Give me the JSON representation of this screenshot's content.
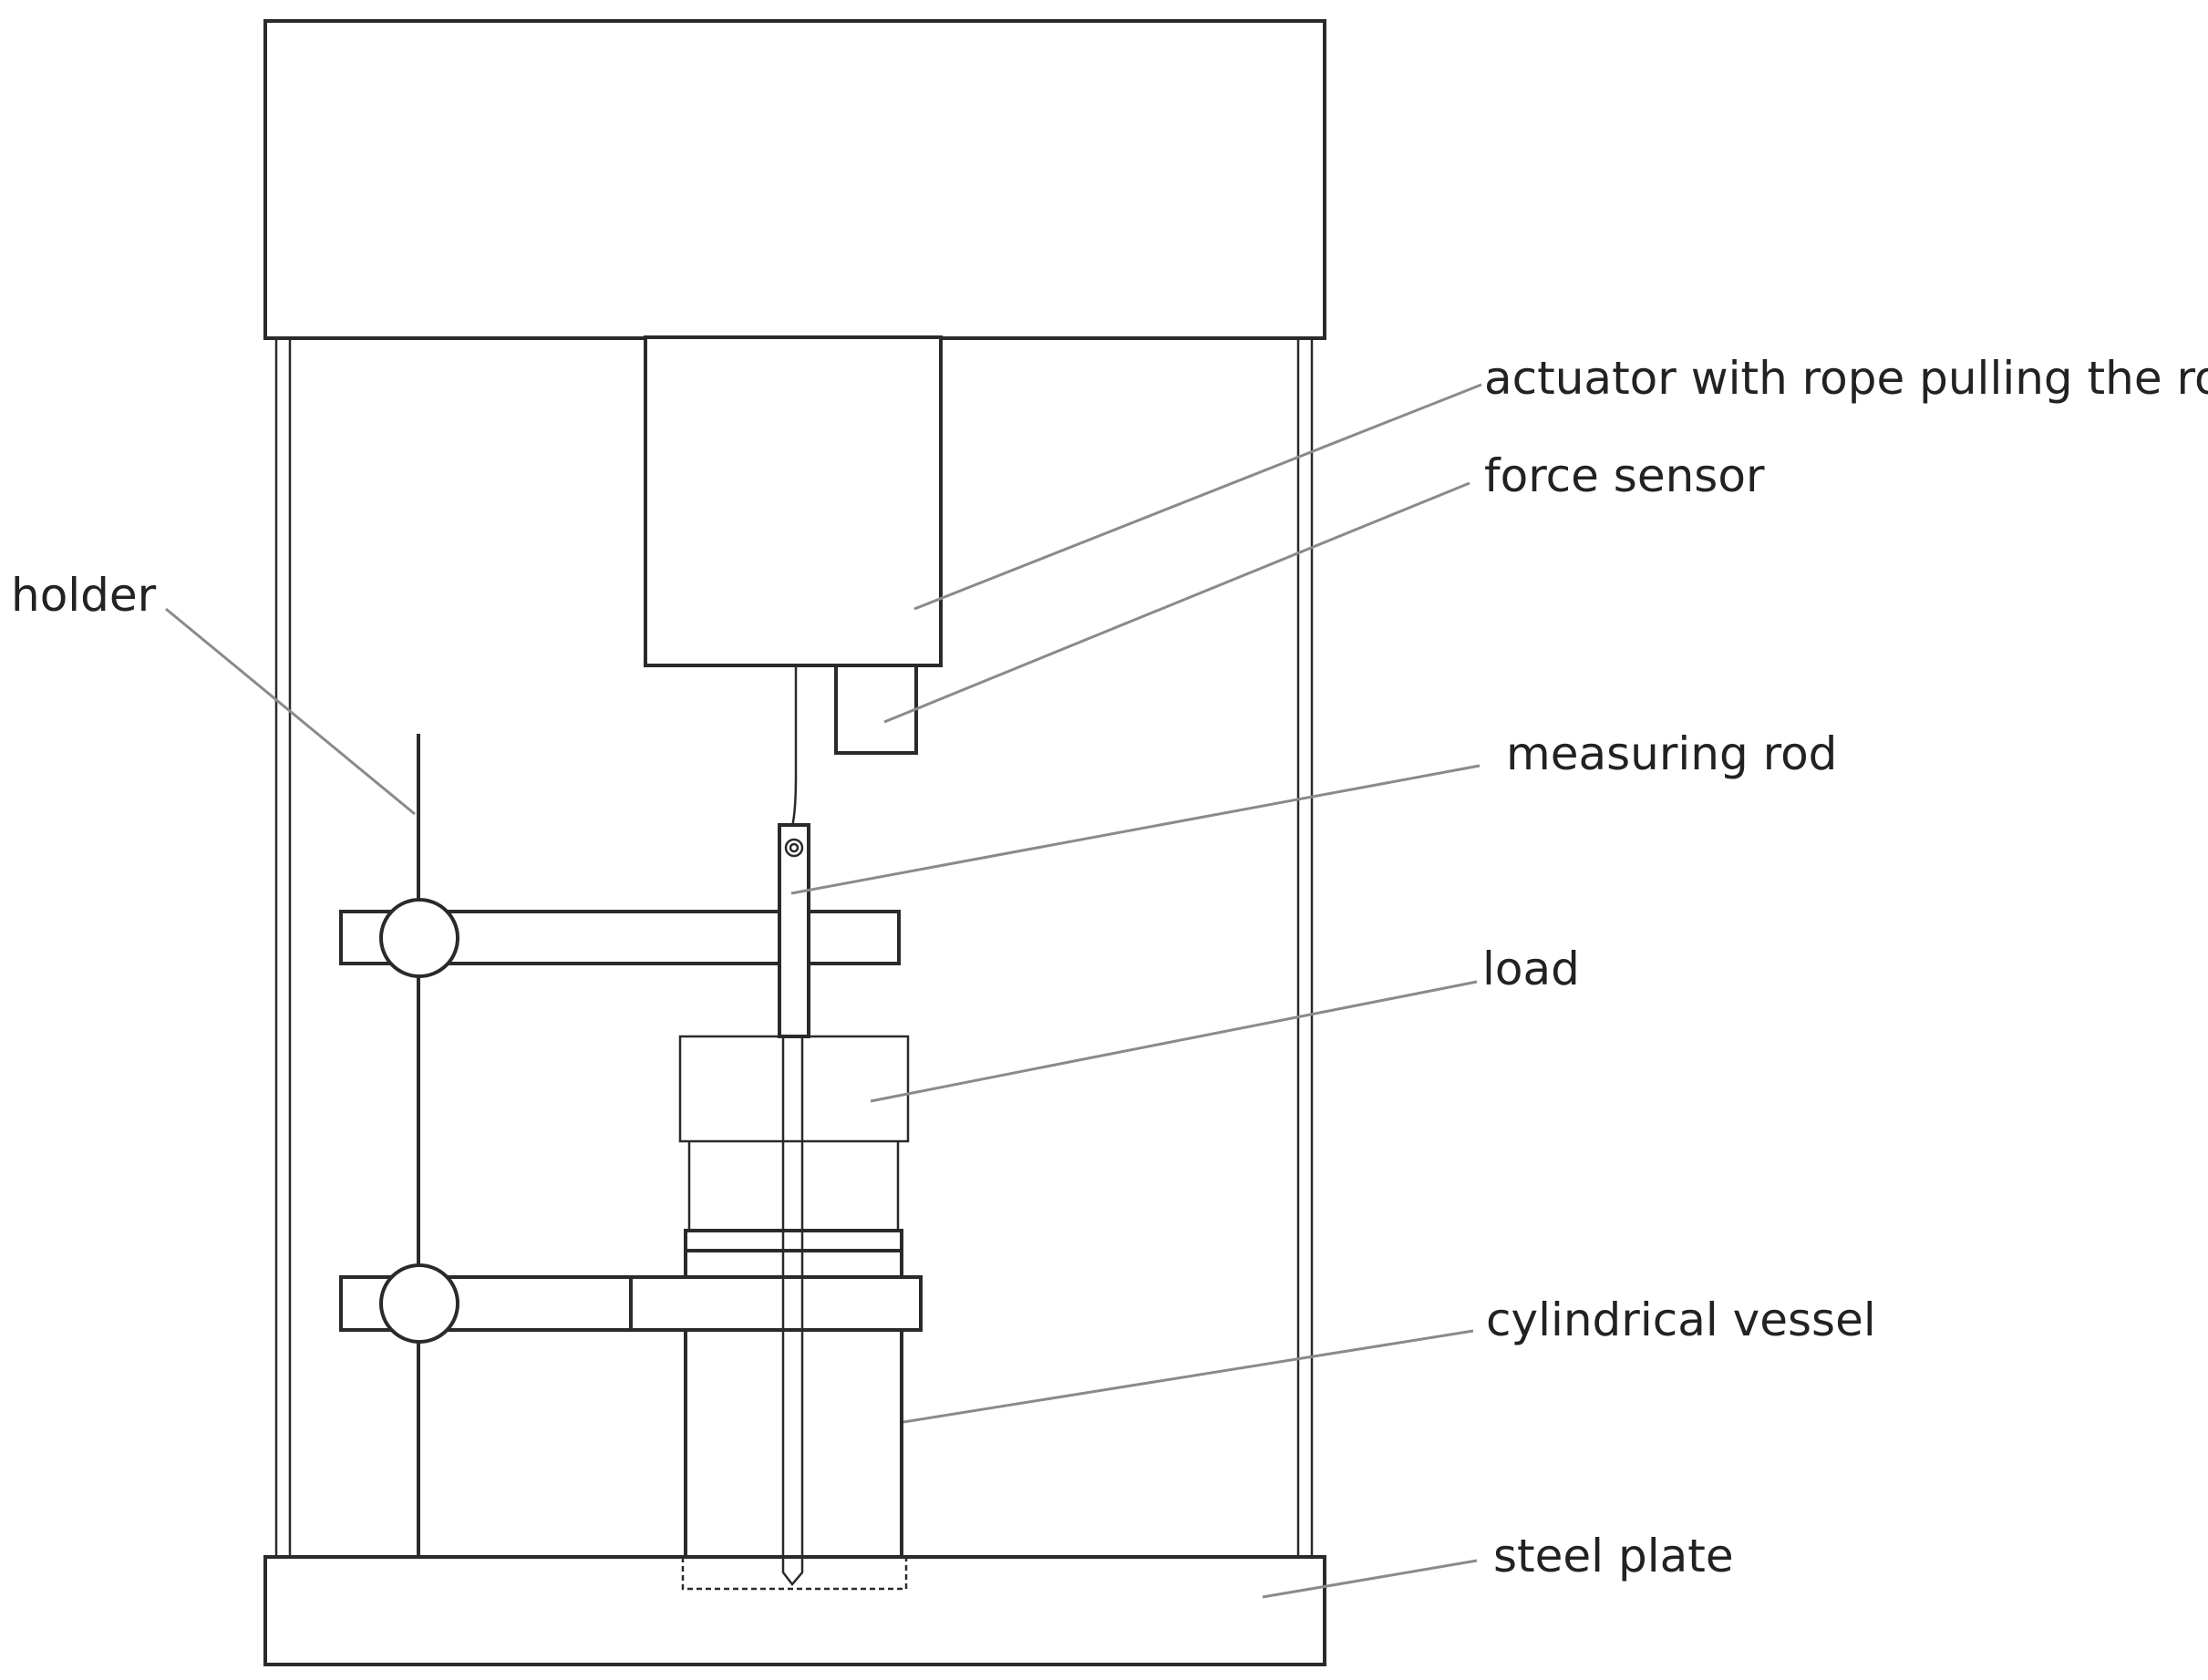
{
  "labels": {
    "holder": "holder",
    "actuator": "actuator with rope pulling the rod",
    "force_sensor": "force sensor",
    "measuring_rod": "measuring rod",
    "load": "load",
    "cylindrical_vessel": "cylindrical vessel",
    "steel_plate": "steel plate"
  }
}
